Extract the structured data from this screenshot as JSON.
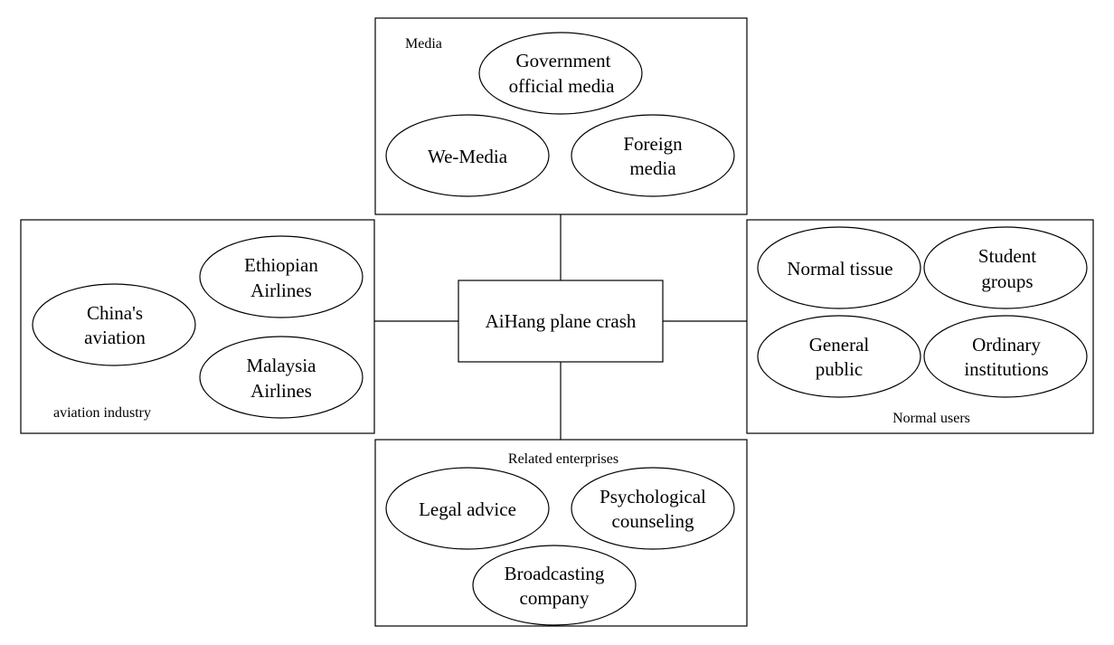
{
  "center": {
    "label": "AiHang plane crash"
  },
  "media": {
    "title": "Media",
    "nodes": {
      "government": [
        "Government",
        "official media"
      ],
      "wemedia": [
        "We-Media"
      ],
      "foreign": [
        "Foreign",
        "media"
      ]
    }
  },
  "aviation": {
    "title": "aviation industry",
    "nodes": {
      "china": [
        "China's",
        "aviation"
      ],
      "ethiopian": [
        "Ethiopian",
        "Airlines"
      ],
      "malaysia": [
        "Malaysia",
        "Airlines"
      ]
    }
  },
  "users": {
    "title": "Normal users",
    "nodes": {
      "tissue": [
        "Normal tissue"
      ],
      "students": [
        "Student",
        "groups"
      ],
      "public": [
        "General",
        "public"
      ],
      "institutions": [
        "Ordinary",
        "institutions"
      ]
    }
  },
  "enterprises": {
    "title": "Related enterprises",
    "nodes": {
      "legal": [
        "Legal advice"
      ],
      "psych": [
        "Psychological",
        "counseling"
      ],
      "broadcast": [
        "Broadcasting",
        "company"
      ]
    }
  }
}
